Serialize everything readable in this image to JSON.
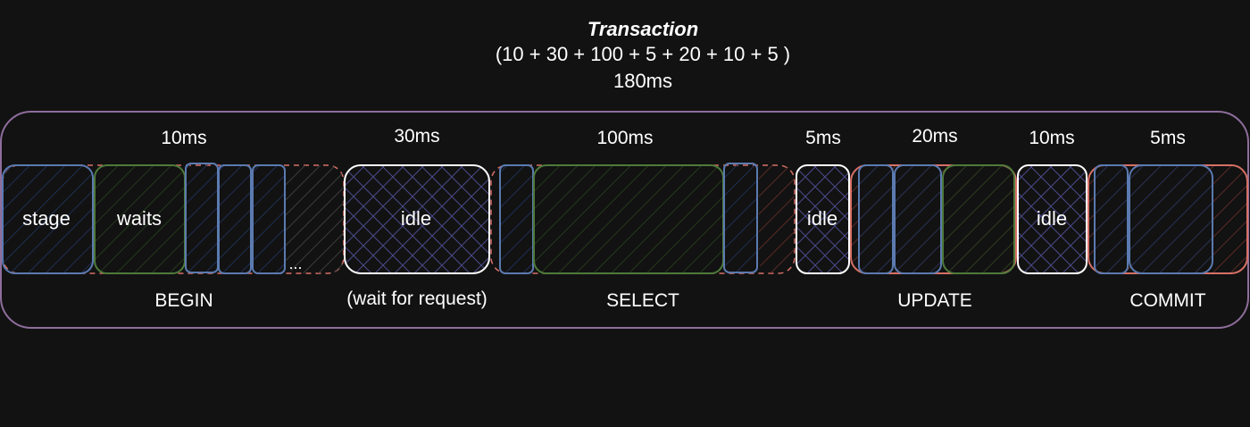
{
  "header": {
    "title": "Transaction",
    "formula": "(10 + 30 + 100 + 5 + 20 + 10 + 5 )",
    "total": "180ms"
  },
  "phases": {
    "begin": {
      "duration": "10ms",
      "label": "BEGIN",
      "stage_label": "stage",
      "waits_label": "waits",
      "ellipsis": "..."
    },
    "wait": {
      "duration": "30ms",
      "label": "(wait for request)",
      "idle_label": "idle"
    },
    "select": {
      "duration": "100ms",
      "label": "SELECT"
    },
    "idle1": {
      "duration": "5ms",
      "idle_label": "idle"
    },
    "update": {
      "duration": "20ms",
      "label": "UPDATE"
    },
    "idle2": {
      "duration": "10ms",
      "idle_label": "idle"
    },
    "commit": {
      "duration": "5ms",
      "label": "COMMIT"
    }
  },
  "colors": {
    "background": "#121212",
    "outline": "#8e6e9c",
    "stage_blue": "#5b7ab0",
    "wait_green": "#4d7a3a",
    "query_red": "#d77066",
    "idle_white": "#ffffff",
    "idle_hatch": "#4a4a8a"
  }
}
